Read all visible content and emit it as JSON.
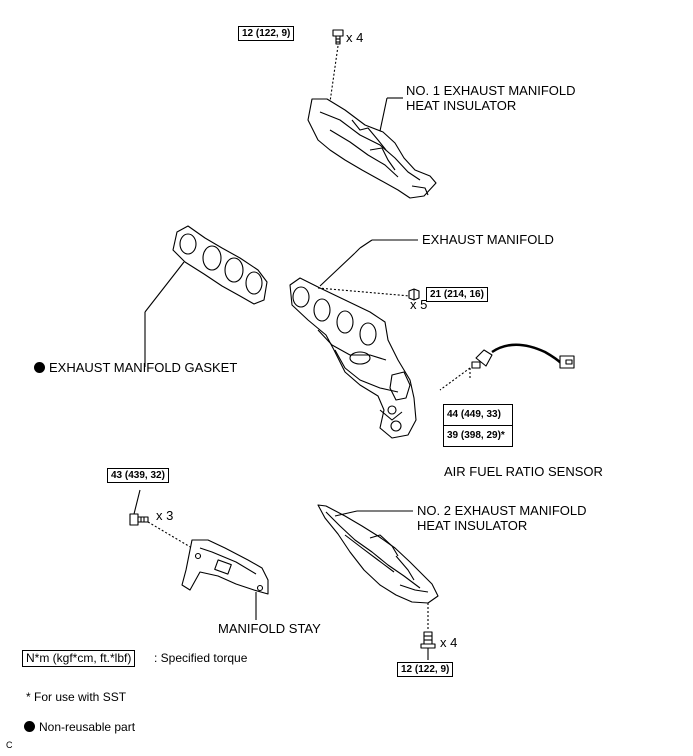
{
  "torques": {
    "top_bolt": "12 (122, 9)",
    "manifold_nut": "21 (214, 16)",
    "sensor_normal": "44 (449, 33)",
    "sensor_sst": "39 (398, 29)*",
    "stay_bolt": "43 (439, 32)",
    "bottom_bolt": "12 (122, 9)"
  },
  "quantities": {
    "top_bolt": "x 4",
    "manifold_nut": "x 5",
    "stay_bolt": "x 3",
    "bottom_bolt": "x 4"
  },
  "parts": {
    "heat_insulator_1_line1": "NO. 1 EXHAUST MANIFOLD",
    "heat_insulator_1_line2": "HEAT INSULATOR",
    "exhaust_manifold": "EXHAUST MANIFOLD",
    "gasket": "EXHAUST MANIFOLD GASKET",
    "af_sensor": "AIR FUEL RATIO SENSOR",
    "heat_insulator_2_line1": "NO. 2 EXHAUST MANIFOLD",
    "heat_insulator_2_line2": "HEAT INSULATOR",
    "manifold_stay": "MANIFOLD STAY"
  },
  "legend": {
    "torque_unit": "N*m (kgf*cm, ft.*lbf)",
    "torque_desc": ": Specified torque",
    "sst_note": "* For use with SST",
    "non_reusable": "Non-reusable part"
  },
  "corner_mark": "C"
}
